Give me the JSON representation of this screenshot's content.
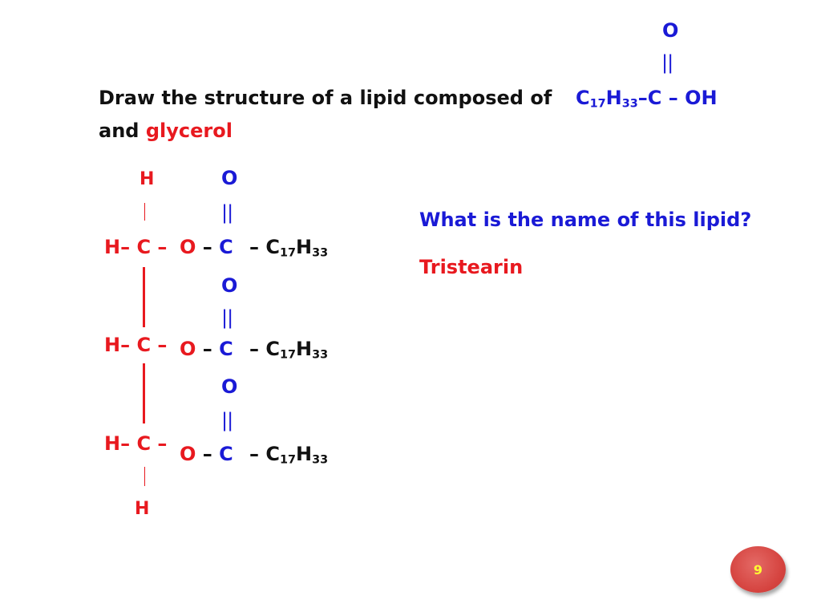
{
  "question": {
    "line1": "Draw the structure of a lipid composed of",
    "and_text": "and",
    "glycerol": "glycerol"
  },
  "fatty_acid": {
    "carbonyl_o": "O",
    "double_bond": "||",
    "c": "C",
    "sub17": "17",
    "h": "H",
    "sub33": "33",
    "bond": "–",
    "tail": "C – OH"
  },
  "glycerol": {
    "top_h": "H",
    "bottom_h": "H",
    "carbon": "H– C –"
  },
  "ester": {
    "carbonyl_o": "O",
    "double_bond": "||",
    "link": "O – C",
    "chain_prefix": "– C",
    "sub17": "17",
    "h": "H",
    "sub33": "33"
  },
  "answer": {
    "question": "What is the name of this lipid?",
    "name": "Tristearin"
  },
  "slide_number": "9",
  "colors": {
    "blue": "#1a1ad6",
    "red": "#e8191f",
    "black": "#111111",
    "badge": "#d5433f",
    "badge_text": "#ffff33"
  }
}
